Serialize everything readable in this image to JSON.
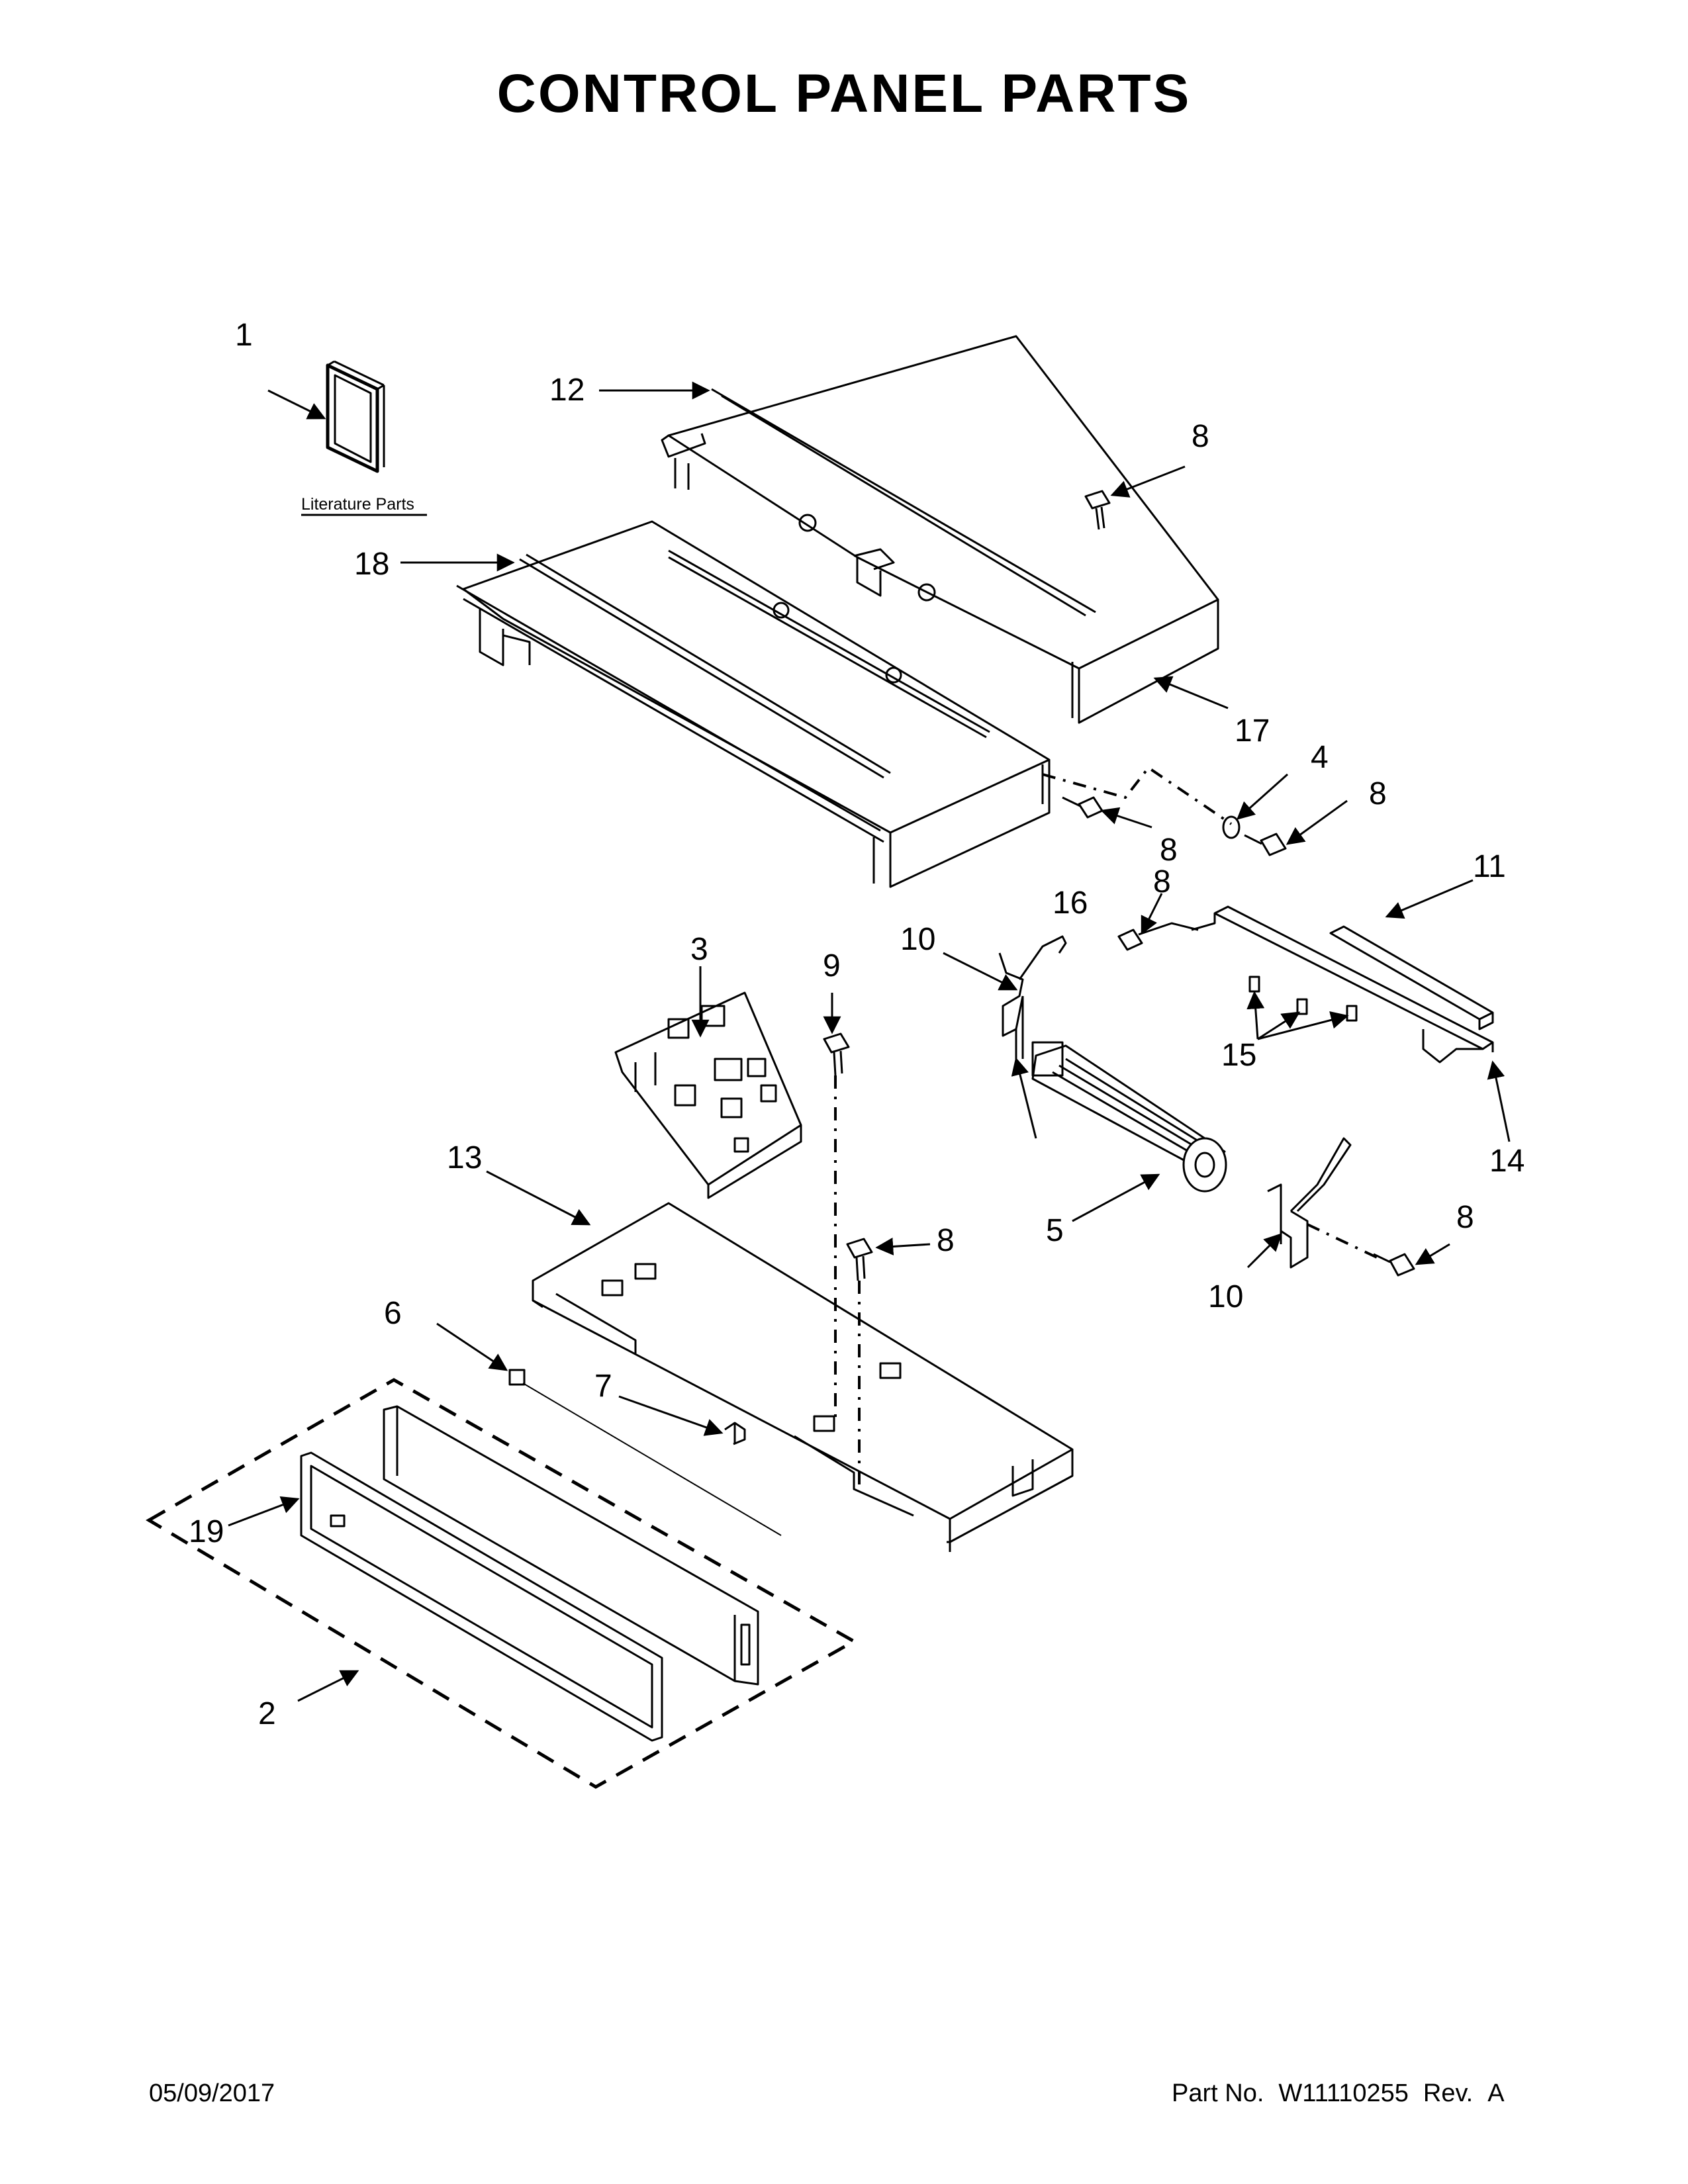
{
  "title": "CONTROL PANEL PARTS",
  "literature_label": "Literature Parts",
  "footer": {
    "date": "05/09/2017",
    "part_no_label": "Part No.",
    "part_no": "W11110255",
    "rev_label": "Rev.",
    "rev": "A"
  },
  "callouts": {
    "c1": "1",
    "c12": "12",
    "c8a": "8",
    "c18": "18",
    "c17": "17",
    "c4": "4",
    "c8b": "8",
    "c8c": "8",
    "c16": "16",
    "c11": "11",
    "c3": "3",
    "c9": "9",
    "c10a": "10",
    "c8d": "8",
    "c15": "15",
    "c14": "14",
    "c13": "13",
    "c5": "5",
    "c8e": "8",
    "c8f": "8",
    "c10b": "10",
    "c6": "6",
    "c7": "7",
    "c19": "19",
    "c2": "2"
  }
}
